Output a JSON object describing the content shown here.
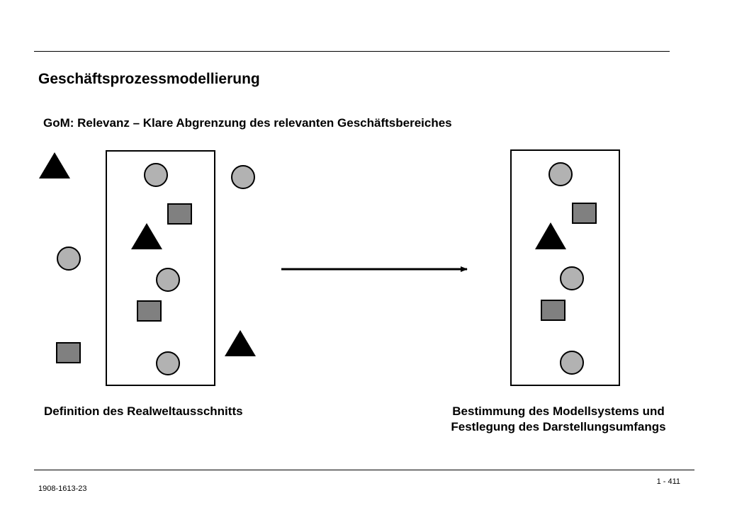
{
  "header": {
    "title": "Geschäftsprozessmodellierung",
    "subtitle": "GoM: Relevanz – Klare Abgrenzung des relevanten Geschäftsbereiches"
  },
  "diagram": {
    "left_caption": "Definition des Realweltausschnitts",
    "right_caption_line1": "Bestimmung des Modellsystems und",
    "right_caption_line2": "Festlegung des Darstellungsumfangs",
    "colors": {
      "circle_fill": "#b2b2b2",
      "square_fill": "#808080",
      "triangle_fill": "#000000",
      "outline": "#000000"
    }
  },
  "footer": {
    "doc_id": "1908-1613-23",
    "page_number": "1 - 411"
  }
}
